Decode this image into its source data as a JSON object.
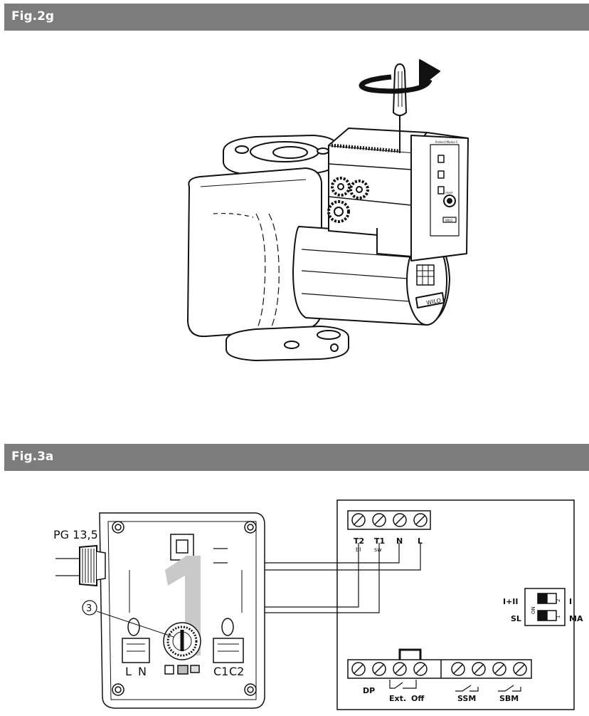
{
  "figures": {
    "fig2g": {
      "title": "Fig.2g"
    },
    "fig3a": {
      "title": "Fig.3a"
    }
  },
  "pump": {
    "brand_label": "WILO",
    "module_label": "Protect-Modul C",
    "reset_label": "reset",
    "small_label": "WILO"
  },
  "wiring": {
    "gland_label": "PG 13,5",
    "callout_number": "3",
    "box_terminals": {
      "t2": "T2",
      "t2_sub": "bl",
      "t1": "T1",
      "t1_sub": "sw",
      "n": "N",
      "l": "L"
    },
    "box_bottom": {
      "dp": "DP",
      "ext": "Ext.",
      "off": "Off",
      "ssm": "SSM",
      "sbm": "SBM"
    },
    "dip": {
      "top_left": "I+II",
      "top_right": "I",
      "bottom_left": "SL",
      "bottom_right": "MA",
      "on": "ON",
      "num2": "2",
      "num1": "1"
    },
    "module_terminals": {
      "l": "L",
      "n": "N",
      "c1": "C1",
      "c2": "C2"
    }
  }
}
